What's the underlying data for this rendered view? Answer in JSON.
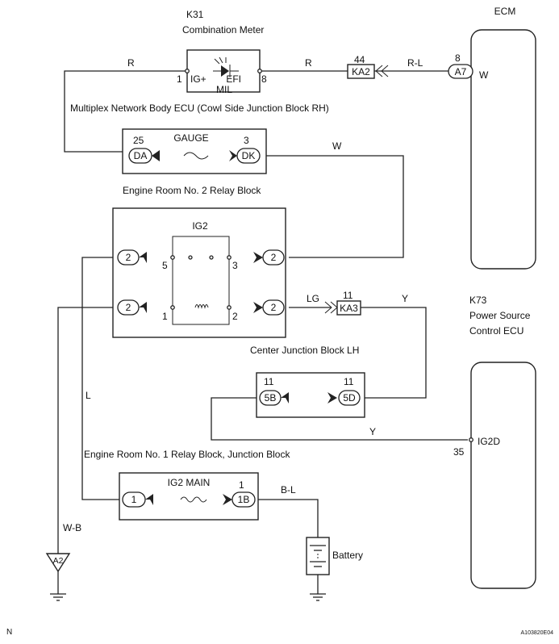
{
  "components": {
    "k31_code": "K31",
    "k31_name": "Combination Meter",
    "ig_plus": "IG+",
    "efi": "EFI",
    "mil": "MIL",
    "ecm": "ECM",
    "multiplex_ecu": "Multiplex Network Body ECU (Cowl Side Junction Block RH)",
    "gauge": "GAUGE",
    "relay_block_2": "Engine Room No. 2 Relay Block",
    "ig2": "IG2",
    "center_jb": "Center Junction Block LH",
    "k73_code": "K73",
    "k73_name_1": "Power Source",
    "k73_name_2": "Control ECU",
    "ig2d": "IG2D",
    "relay_block_1": "Engine Room No. 1 Relay Block, Junction Block",
    "ig2_main": "IG2 MAIN",
    "battery": "Battery"
  },
  "connectors": {
    "a7": "A7",
    "ka2": "KA2",
    "da": "DA",
    "dk": "DK",
    "ka3": "KA3",
    "c5b": "5B",
    "c5d": "5D",
    "c1": "1",
    "c1b": "1B",
    "c2": "2",
    "a2": "A2"
  },
  "pins": {
    "ig_pin": "1",
    "efi_pin": "8",
    "ka2_pin": "44",
    "a7_pin": "8",
    "da_pin": "25",
    "dk_pin": "3",
    "relay_5": "5",
    "relay_3": "3",
    "relay_1": "1",
    "relay_2": "2",
    "ka3_pin": "11",
    "c5b_pin": "11",
    "c5d_pin": "11",
    "ig2d_pin": "35",
    "c1b_pin": "1"
  },
  "wires": {
    "r_left": "R",
    "r_right": "R",
    "r_l": "R-L",
    "w_ecm": "W",
    "w_dk": "W",
    "lg": "LG",
    "y_ka3": "Y",
    "y_bottom": "Y",
    "l": "L",
    "w_b": "W-B",
    "b_l": "B-L"
  },
  "footer": {
    "left": "N",
    "code": "A103820E04"
  }
}
